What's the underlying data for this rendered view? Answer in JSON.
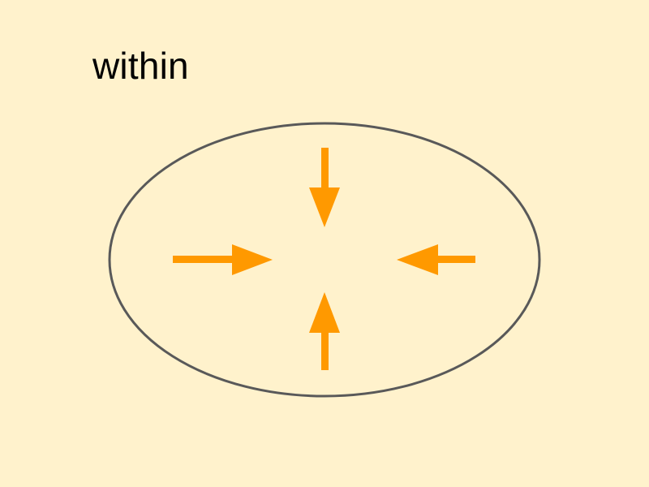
{
  "slide": {
    "word": "within"
  },
  "diagram": {
    "shape": "ellipse-icon",
    "arrow_direction": "inward",
    "arrow_count": 4,
    "colors": {
      "background": "#fff2cc",
      "ellipse_stroke": "#595959",
      "arrows": "#ff9900",
      "text": "#000000"
    }
  }
}
